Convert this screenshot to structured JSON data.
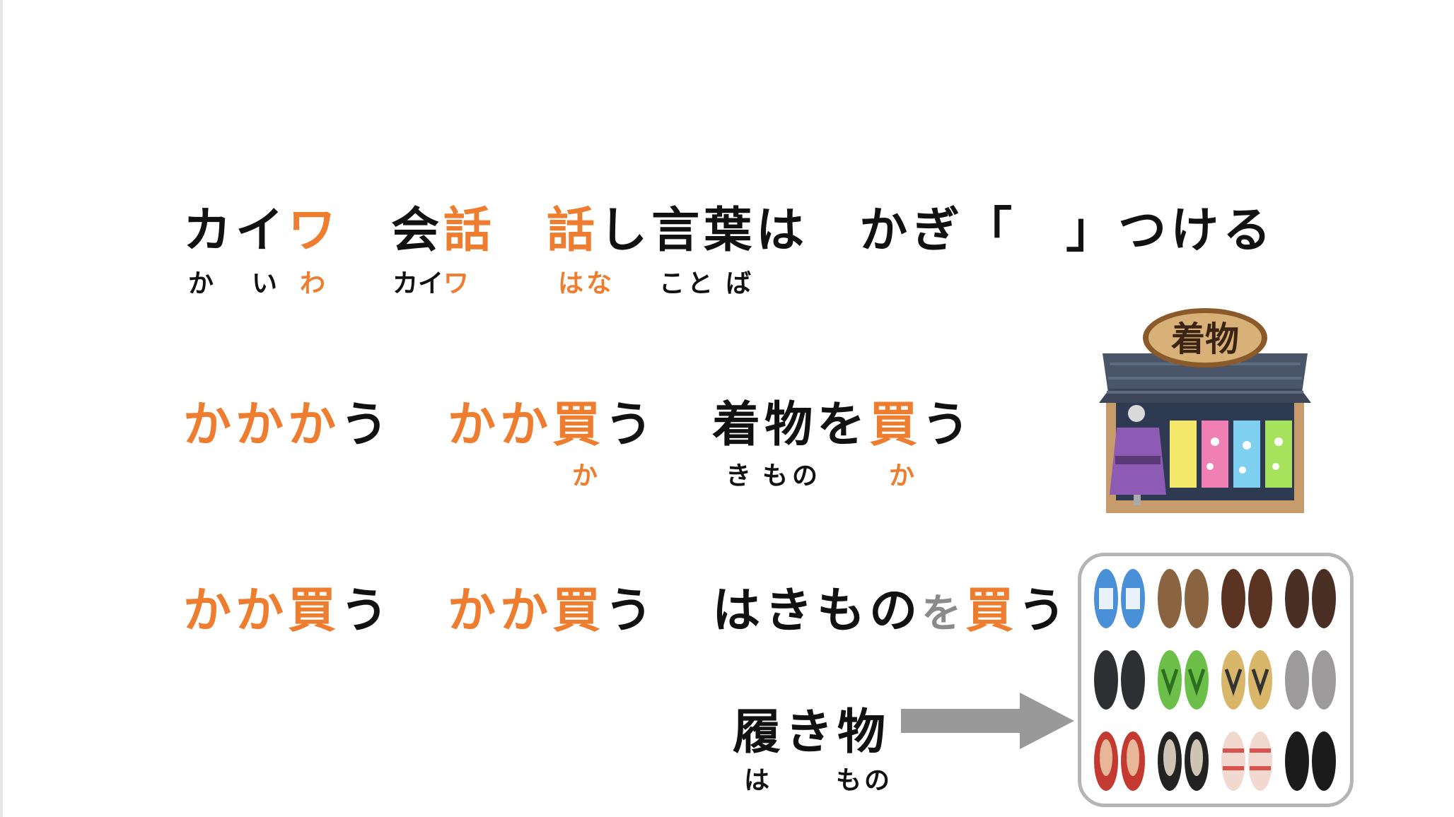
{
  "line1": {
    "kaiwa_katakana": [
      "カイ",
      "ワ"
    ],
    "kaiwa_kanji": [
      "会",
      "話"
    ],
    "hanashi": [
      "話",
      "し言葉は"
    ],
    "kagi": [
      "かぎ「",
      "」つける"
    ],
    "ruby_kaiwa": [
      "か",
      "い",
      "わ"
    ],
    "ruby_kaiwa_kata": [
      "カイ",
      "ワ"
    ],
    "ruby_hana": "はな",
    "ruby_kotoba": [
      "こと",
      "ば"
    ]
  },
  "line2": {
    "a": [
      "かかか",
      "う"
    ],
    "b": [
      "かか買",
      "う"
    ],
    "c": [
      "着物を",
      "買",
      "う"
    ],
    "ruby_b": "か",
    "ruby_c_kimono": [
      "き",
      "もの"
    ],
    "ruby_c_ka": "か"
  },
  "line3": {
    "a": [
      "かか買",
      "う"
    ],
    "b": [
      "かか買",
      "う"
    ],
    "c": [
      "はきもの",
      "を",
      "買",
      "う"
    ]
  },
  "line4": {
    "hakimono": "履き物",
    "ruby_ha": "は",
    "ruby_mono": "もの"
  },
  "illustration": {
    "shop_sign": "着物"
  },
  "colors": {
    "accent": "#ee7d2f",
    "text": "#111111",
    "gray": "#8a8a8a"
  }
}
